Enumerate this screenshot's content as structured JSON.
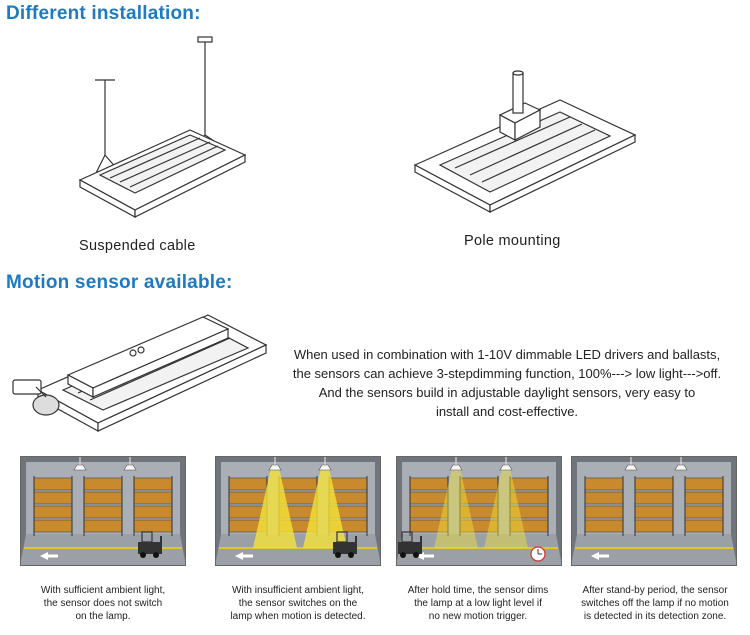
{
  "installation": {
    "title": "Different installation:",
    "options": [
      {
        "label": "Suspended cable"
      },
      {
        "label": "Pole mounting"
      }
    ]
  },
  "motion": {
    "title": "Motion sensor available:",
    "description": [
      "When used in combination with 1-10V dimmable LED drivers and ballasts,",
      "the sensors can achieve 3-stepdimming function, 100%---> low light--->off.",
      "And the sensors build in adjustable daylight sensors, very easy to",
      "install and cost-effective."
    ],
    "panels": [
      {
        "caption": [
          "With sufficient ambient light,",
          "the sensor does not switch",
          "on the lamp."
        ],
        "lamp_state": "off",
        "forklift": true
      },
      {
        "caption": [
          "With insufficient ambient light,",
          "the sensor switches on the",
          "lamp when motion is detected."
        ],
        "lamp_state": "on",
        "forklift": true
      },
      {
        "caption": [
          "After hold time, the sensor dims",
          "the lamp at a low light level if",
          "no new motion trigger."
        ],
        "lamp_state": "dim",
        "forklift": true
      },
      {
        "caption": [
          "After stand-by period, the sensor",
          "switches off the lamp if no motion",
          "is detected in its detection zone."
        ],
        "lamp_state": "off",
        "forklift": false
      }
    ]
  },
  "colors": {
    "heading": "#1e7bc2",
    "light": "#f5e23a",
    "wall": "#8a8f94",
    "floor": "#9aa0a5",
    "marking": "#f5d400"
  }
}
